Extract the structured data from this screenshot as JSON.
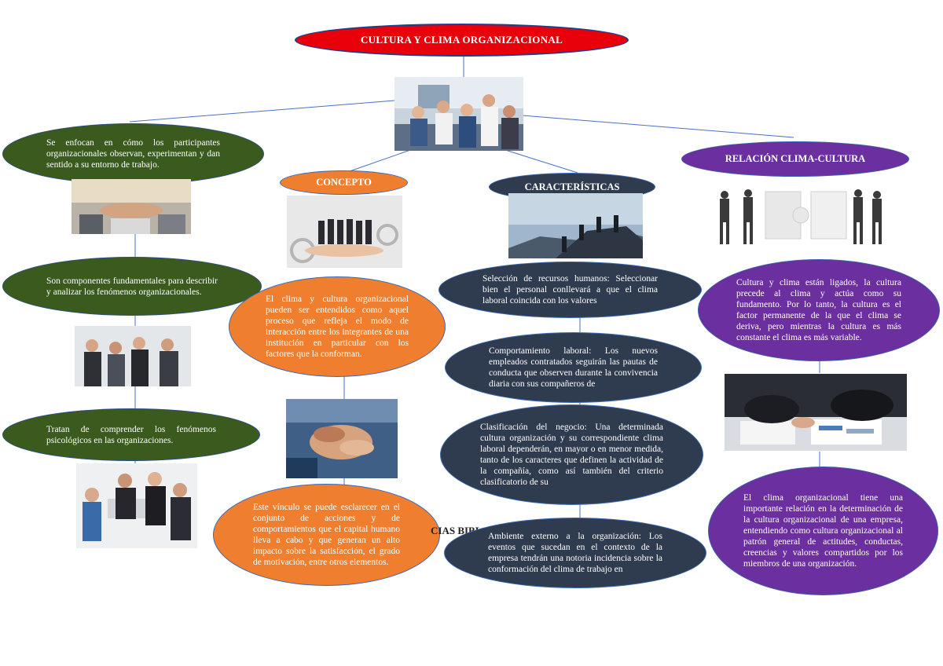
{
  "title": "CULTURA Y CLIMA ORGANIZACIONAL",
  "left": {
    "items": [
      {
        "text": "Se enfocan en cómo los participantes organizacionales observan, experimentan y dan sentido a su entorno de trabajo."
      },
      {
        "text": "Son componentes fundamentales para describir y analizar los fenómenos organizacionales."
      },
      {
        "text": "Tratan de comprender los fenómenos psicológicos en las organizaciones."
      }
    ]
  },
  "concepto": {
    "header": "CONCEPTO",
    "items": [
      {
        "text": "El clima y cultura organizacional pueden ser entendidos como aquel proceso que refleja el modo de interacción entre los integrantes de una institución en particular con los factores que la conforman."
      },
      {
        "text": "Este vínculo se puede esclarecer en el conjunto de acciones y de comportamientos que el capital humano lleva a cabo y que generan un alto impacto sobre la satisfacción, el grado de motivación, entre otros elementos."
      }
    ]
  },
  "caracteristicas": {
    "header": "CARACTERÍSTICAS",
    "items": [
      {
        "text": "Selección de recursos humanos: Seleccionar bien el personal conllevará a que el clima laboral coincida con los valores"
      },
      {
        "text": "Comportamiento laboral: Los nuevos empleados contratados seguirán las pautas de conducta que observen durante la convivencia diaria con sus compañeros de"
      },
      {
        "text": "Clasificación del negocio: Una determinada cultura organización y su correspondiente clima laboral dependerán, en mayor o en menor medida, tanto de los caracteres que definen la actividad de la compañía, como así también del criterio clasificatorio de su"
      },
      {
        "text": "Ambiente externo a la organización: Los eventos que sucedan en el contexto de la empresa tendrán una notoria incidencia sobre la conformación del clima de trabajo en"
      }
    ]
  },
  "relacion": {
    "header": "RELACIÓN CLIMA-CULTURA",
    "items": [
      {
        "text": "Cultura y clima están ligados, la cultura precede al clima y actúa como su fundamento. Por lo tanto, la cultura es el factor permanente de la que el clima se deriva, pero mientras la cultura es más constante el clima es más variable."
      },
      {
        "text": "El clima organizacional tiene una importante relación en la determinación de la cultura organizacional de una empresa, entendiendo como cultura organizacional al patrón general de actitudes, conductas, creencias y valores compartidos por los miembros de una organización."
      }
    ]
  },
  "hidden_text": "CIAS BIBL",
  "colors": {
    "title": "#e8000b",
    "green": "#3a5a1e",
    "orange": "#ef7f2f",
    "navy": "#2f3b4e",
    "purple": "#6b2fa0",
    "connector": "#4a72c4"
  }
}
